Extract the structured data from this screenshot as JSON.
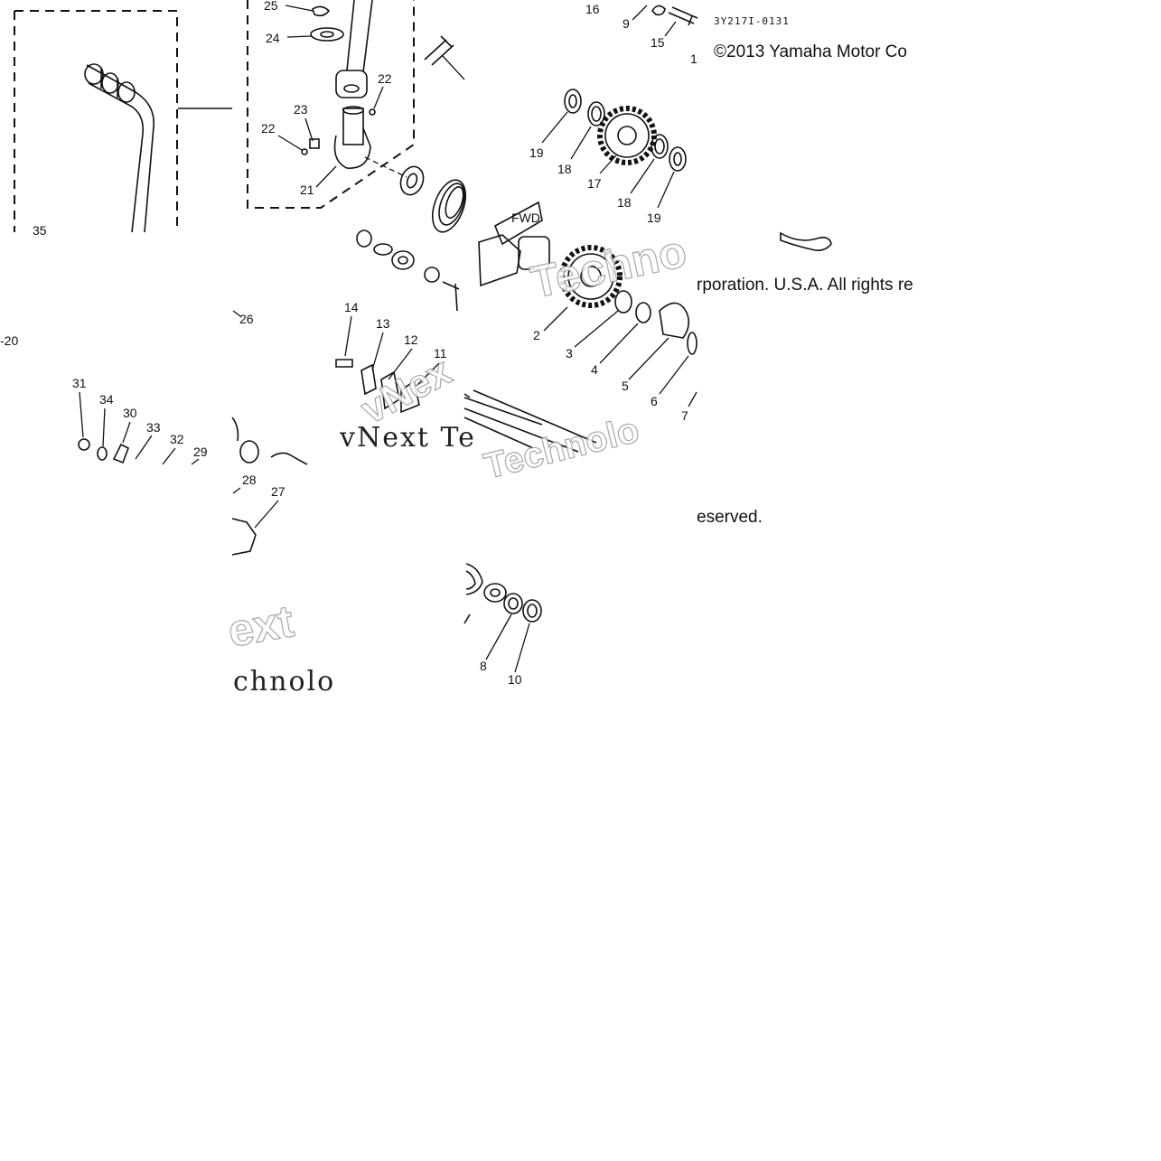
{
  "copyright": {
    "line1": "©2013 Yamaha Motor Co",
    "line2": "rporation. U.S.A. All rights re",
    "line3": "eserved."
  },
  "diagram_code": "3Y217I-0131",
  "watermarks": {
    "serif_text": "vNext Te",
    "ghost_1": "Techno",
    "ghost_2": "vNex",
    "ghost_3": "Technolo",
    "ghost_4": "ext",
    "ghost_5": "chnolo"
  },
  "callouts": {
    "c25": "25",
    "c24": "24",
    "c22a": "22",
    "c23": "23",
    "c22b": "22",
    "c21": "21",
    "c16": "16",
    "c9": "9",
    "c15": "15",
    "c1": "1",
    "c19a": "19",
    "c18a": "18",
    "c17": "17",
    "c18b": "18",
    "c19b": "19",
    "c26": "26",
    "c20": "-20",
    "c14": "14",
    "c13": "13",
    "c12": "12",
    "c11": "11",
    "c2": "2",
    "c3": "3",
    "c4": "4",
    "c5": "5",
    "c6": "6",
    "c7": "7",
    "c31": "31",
    "c34": "34",
    "c30": "30",
    "c33": "33",
    "c32": "32",
    "c29": "29",
    "c35": "35",
    "c28": "28",
    "c27": "27",
    "c8": "8",
    "c10": "10"
  }
}
